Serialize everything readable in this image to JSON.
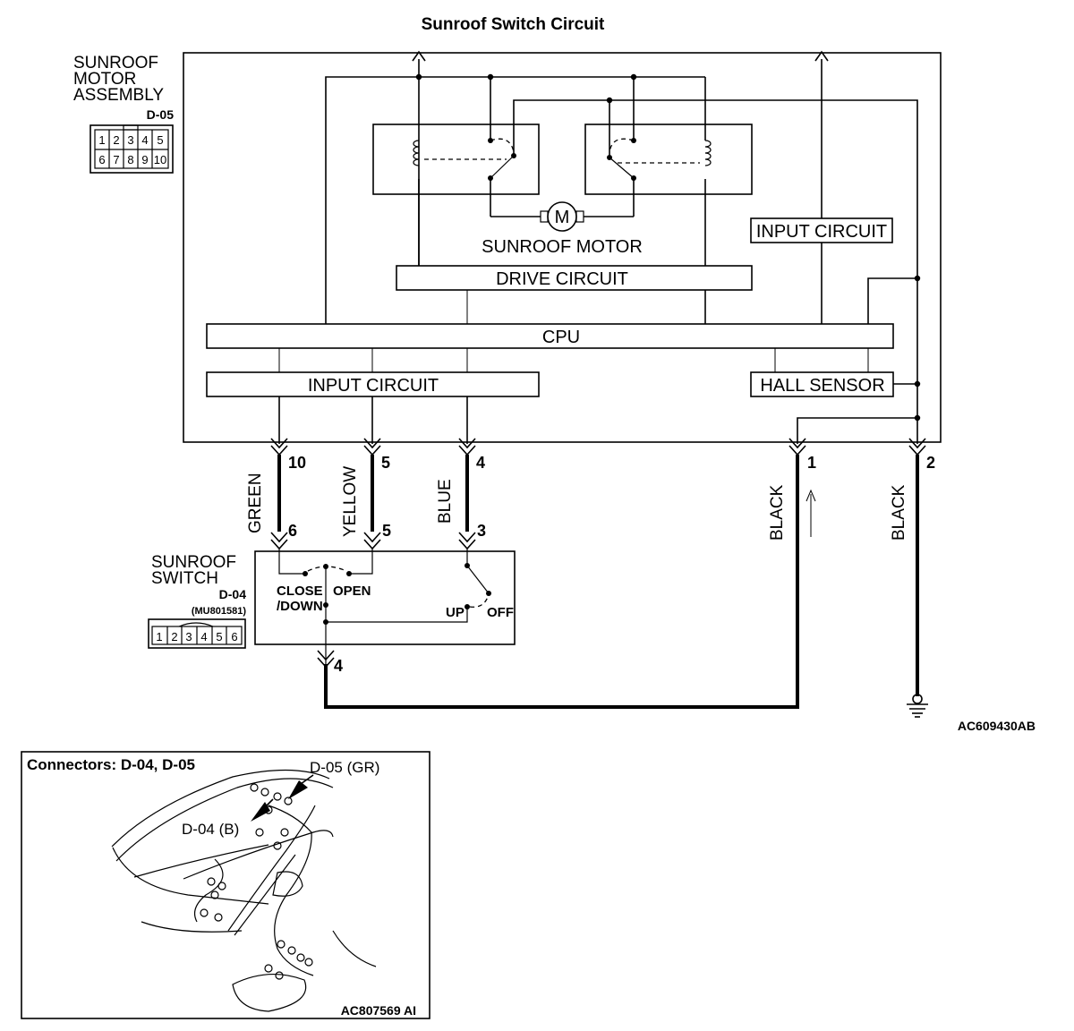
{
  "title": "Sunroof Switch Circuit",
  "motor_assembly": {
    "name_lines": [
      "SUNROOF",
      "MOTOR",
      "ASSEMBLY"
    ],
    "connector": "D-05",
    "pins_top": [
      "1",
      "2",
      "3",
      "4",
      "5"
    ],
    "pins_bottom": [
      "6",
      "7",
      "8",
      "9",
      "10"
    ]
  },
  "blocks": {
    "sunroof_motor": "SUNROOF MOTOR",
    "motor_symbol": "M",
    "drive_circuit": "DRIVE CIRCUIT",
    "cpu": "CPU",
    "input_circuit_left": "INPUT CIRCUIT",
    "input_circuit_right": "INPUT CIRCUIT",
    "hall_sensor": "HALL SENSOR"
  },
  "motor_pins": [
    "10",
    "5",
    "4",
    "1",
    "2"
  ],
  "wires": {
    "green": "GREEN",
    "yellow": "YELLOW",
    "blue": "BLUE",
    "black_1": "BLACK",
    "black_2": "BLACK"
  },
  "switch": {
    "name_lines": [
      "SUNROOF",
      "SWITCH"
    ],
    "connector": "D-04",
    "part_number": "(MU801581)",
    "pins": [
      "1",
      "2",
      "3",
      "4",
      "5",
      "6"
    ],
    "pin_6": "6",
    "pin_5": "5",
    "pin_3": "3",
    "pin_4": "4",
    "close_down_lines": [
      "CLOSE",
      "/DOWN"
    ],
    "open": "OPEN",
    "up": "UP",
    "off": "OFF"
  },
  "figure_id": "AC609430AB",
  "location": {
    "title": "Connectors: D-04, D-05",
    "d05_label": "D-05 (GR)",
    "d04_label": "D-04 (B)",
    "figure_id": "AC807569 AI"
  }
}
